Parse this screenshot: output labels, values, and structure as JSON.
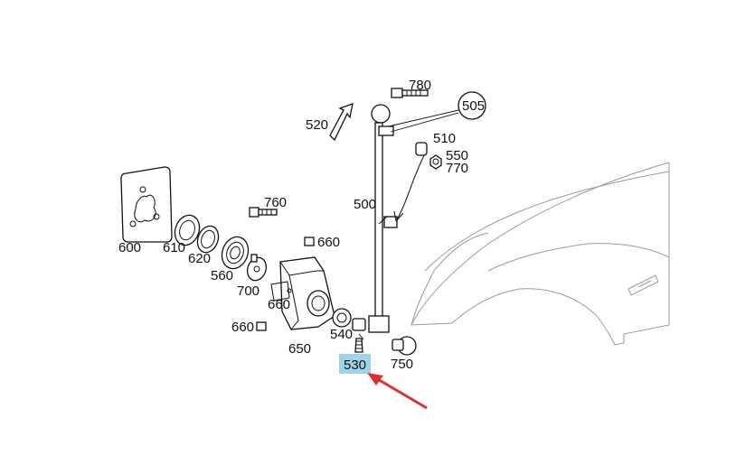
{
  "labels": {
    "p780": "780",
    "p505": "505",
    "p520": "520",
    "p510": "510",
    "p550": "550",
    "p770": "770",
    "p500": "500",
    "p760": "760",
    "p660a": "660",
    "p600": "600",
    "p610": "610",
    "p620": "620",
    "p560": "560",
    "p700": "700",
    "p660b": "660",
    "p660c": "660",
    "p650": "650",
    "p540": "540",
    "p530": "530",
    "p750": "750"
  },
  "colors": {
    "highlight": "#9fd3e6",
    "arrow": "#e03030",
    "line": "#111111",
    "fender": "#9a9a9a"
  }
}
